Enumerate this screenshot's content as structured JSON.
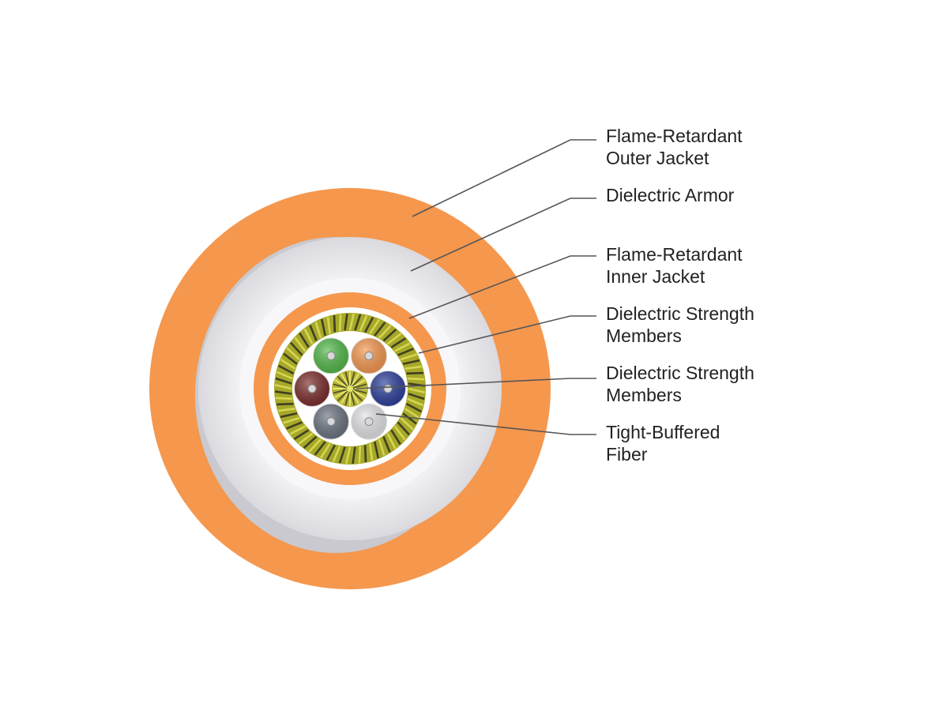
{
  "diagram": {
    "labels": [
      {
        "lines": [
          "Flame-Retardant",
          "Outer Jacket"
        ]
      },
      {
        "lines": [
          "Dielectric Armor"
        ]
      },
      {
        "lines": [
          "Flame-Retardant",
          "Inner Jacket"
        ]
      },
      {
        "lines": [
          "Dielectric Strength",
          "Members"
        ]
      },
      {
        "lines": [
          "Dielectric Strength",
          "Members"
        ]
      },
      {
        "lines": [
          "Tight-Buffered",
          "Fiber"
        ]
      }
    ],
    "colors": {
      "outer_jacket": "#F5974D",
      "armor": "#EEEEF2",
      "inner_jacket": "#F5974D",
      "strength_yarn": "#A6A82A",
      "leader_line": "#555555",
      "fibers": [
        "#52B848",
        "#F5974D",
        "#2B3E9A",
        "#E4E4E8",
        "#6B7380",
        "#7A2B2A"
      ]
    }
  }
}
